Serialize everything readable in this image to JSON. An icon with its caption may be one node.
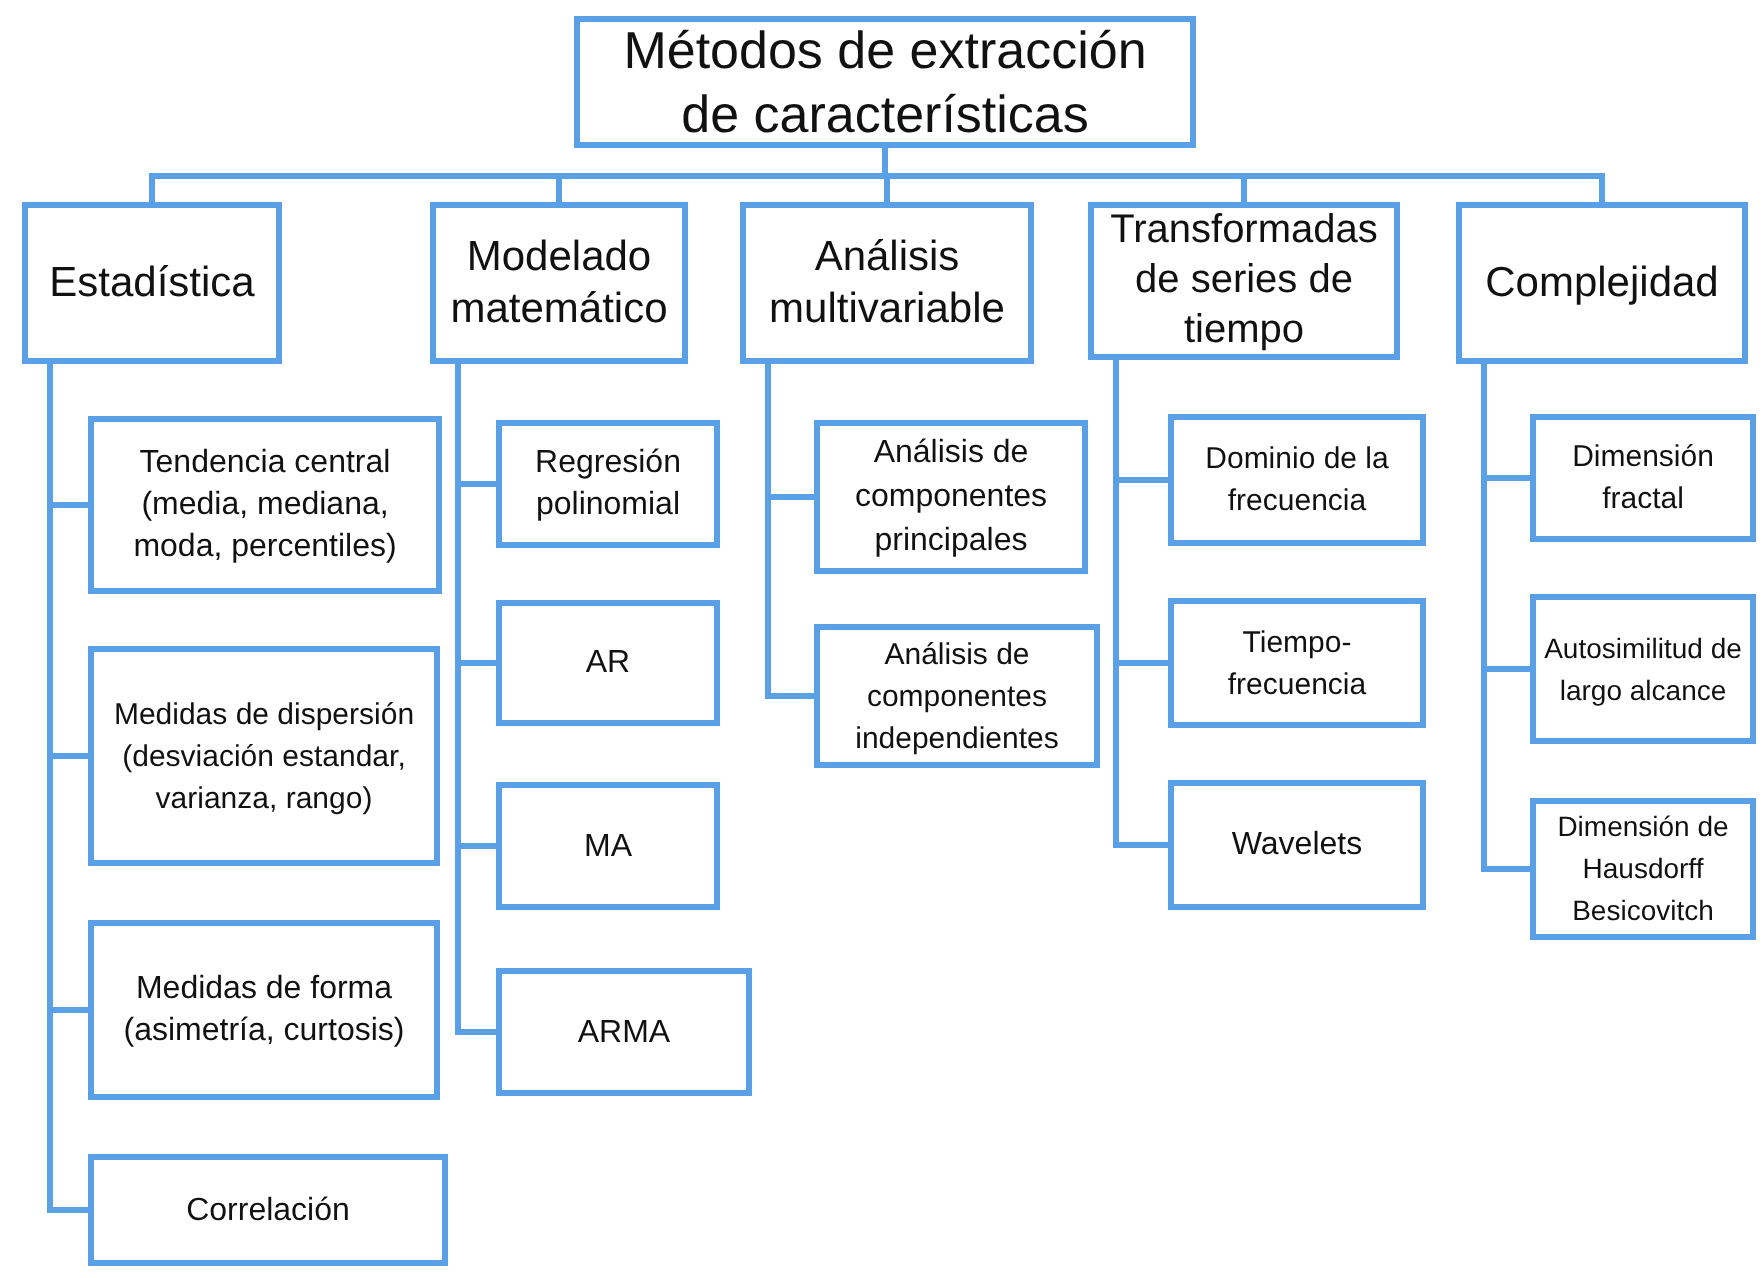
{
  "diagram": {
    "nodes": [
      {
        "text": [
          "Métodos de extracción de características"
        ]
      },
      {
        "text": [
          "Estadística"
        ]
      },
      {
        "text": [
          "Modelado matemático"
        ]
      },
      {
        "text": [
          "Análisis multivariable"
        ]
      },
      {
        "text": [
          "Transformadas de series de tiempo"
        ]
      },
      {
        "text": [
          "Complejidad"
        ]
      },
      {
        "text": [
          "Tendencia central (media, mediana, moda, percentiles)"
        ]
      },
      {
        "text": [
          "Medidas de dispersión (desviación estandar, varianza, rango)"
        ]
      },
      {
        "text": [
          "Medidas de forma (asimetría, curtosis)"
        ]
      },
      {
        "text": [
          "Correlación"
        ]
      },
      {
        "text": [
          "Regresión polinomial"
        ]
      },
      {
        "text": [
          "AR"
        ]
      },
      {
        "text": [
          "MA"
        ]
      },
      {
        "text": [
          "ARMA"
        ]
      },
      {
        "text": [
          "Análisis de componentes principales"
        ]
      },
      {
        "text": [
          "Análisis de componentes independientes"
        ]
      },
      {
        "text": [
          "Dominio de la frecuencia"
        ]
      },
      {
        "text": [
          "Tiempo-frecuencia"
        ]
      },
      {
        "text": [
          "Wavelets"
        ]
      },
      {
        "text": [
          "Dimensión fractal"
        ]
      },
      {
        "text": [
          "Autosimilitud de largo alcance"
        ]
      },
      {
        "text": [
          "Dimensión de Hausdorff Besicovitch"
        ]
      }
    ],
    "edges": [
      {
        "from": 0,
        "to": 1,
        "arrow": "none"
      },
      {
        "from": 0,
        "to": 2,
        "arrow": "none"
      },
      {
        "from": 0,
        "to": 3,
        "arrow": "none"
      },
      {
        "from": 0,
        "to": 4,
        "arrow": "none"
      },
      {
        "from": 0,
        "to": 5,
        "arrow": "none"
      },
      {
        "from": 1,
        "to": 6,
        "arrow": "none"
      },
      {
        "from": 1,
        "to": 7,
        "arrow": "none"
      },
      {
        "from": 1,
        "to": 8,
        "arrow": "none"
      },
      {
        "from": 1,
        "to": 9,
        "arrow": "none"
      },
      {
        "from": 2,
        "to": 10,
        "arrow": "none"
      },
      {
        "from": 2,
        "to": 11,
        "arrow": "none"
      },
      {
        "from": 2,
        "to": 12,
        "arrow": "none"
      },
      {
        "from": 2,
        "to": 13,
        "arrow": "none"
      },
      {
        "from": 3,
        "to": 14,
        "arrow": "none"
      },
      {
        "from": 3,
        "to": 15,
        "arrow": "none"
      },
      {
        "from": 4,
        "to": 16,
        "arrow": "none"
      },
      {
        "from": 4,
        "to": 17,
        "arrow": "none"
      },
      {
        "from": 4,
        "to": 18,
        "arrow": "none"
      },
      {
        "from": 5,
        "to": 19,
        "arrow": "none"
      },
      {
        "from": 5,
        "to": 20,
        "arrow": "none"
      },
      {
        "from": 5,
        "to": 21,
        "arrow": "none"
      }
    ]
  }
}
